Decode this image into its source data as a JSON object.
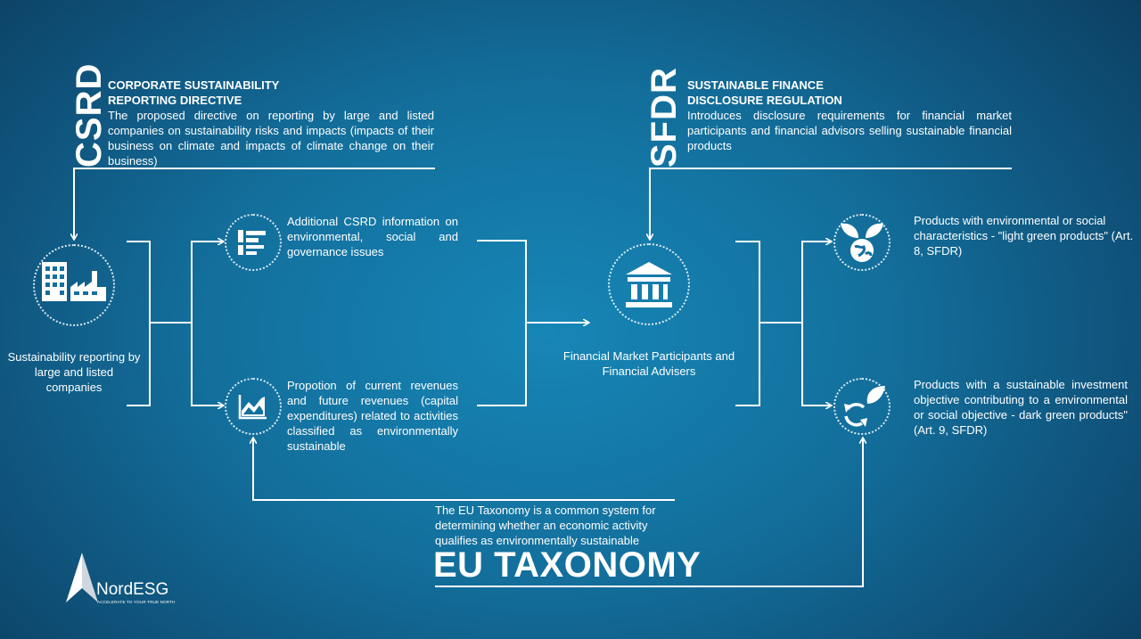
{
  "csrd": {
    "acronym": "CSRD",
    "title_line1": "CORPORATE SUSTAINABILITY",
    "title_line2": "REPORTING DIRECTIVE",
    "description": "The proposed directive on reporting by large and listed companies on sustainability risks and impacts (impacts of their business on climate and impacts of climate change on their business)"
  },
  "sfdr": {
    "acronym": "SFDR",
    "title_line1": "SUSTAINABLE FINANCE",
    "title_line2": "DISCLOSURE REGULATION",
    "description": "Introduces disclosure requirements for financial market participants and financial advisors selling sustainable financial products"
  },
  "nodes": {
    "companies": {
      "label": "Sustainability reporting by large and listed companies",
      "icon": "factory-buildings-icon"
    },
    "csrd_info": {
      "label": "Additional CSRD information on environmental, social and governance issues",
      "icon": "list-document-icon"
    },
    "revenues": {
      "label": "Propotion of current revenues and future revenues (capital expenditures) related to activities classified as environmentally sustainable",
      "icon": "area-chart-icon"
    },
    "fmp": {
      "label": "Financial Market Participants and Financial Advisers",
      "icon": "bank-building-icon"
    },
    "light_green": {
      "label": "Products with environmental or social characteristics - \"light green products\" (Art. 8, SFDR)",
      "icon": "globe-leaves-icon"
    },
    "dark_green": {
      "label": "Products with a sustainable investment objective contributing to a environmental or social objective - dark green products\"(Art. 9, SFDR)",
      "icon": "recycle-leaf-icon"
    }
  },
  "taxonomy": {
    "description": "The EU Taxonomy is a common system for determining whether an economic activity qualifies as environmentally sustainable",
    "title": "EU TAXONOMY"
  },
  "logo": {
    "name": "NordESG",
    "tagline": "ACCELERATE TO YOUR TRUE NORTH"
  }
}
